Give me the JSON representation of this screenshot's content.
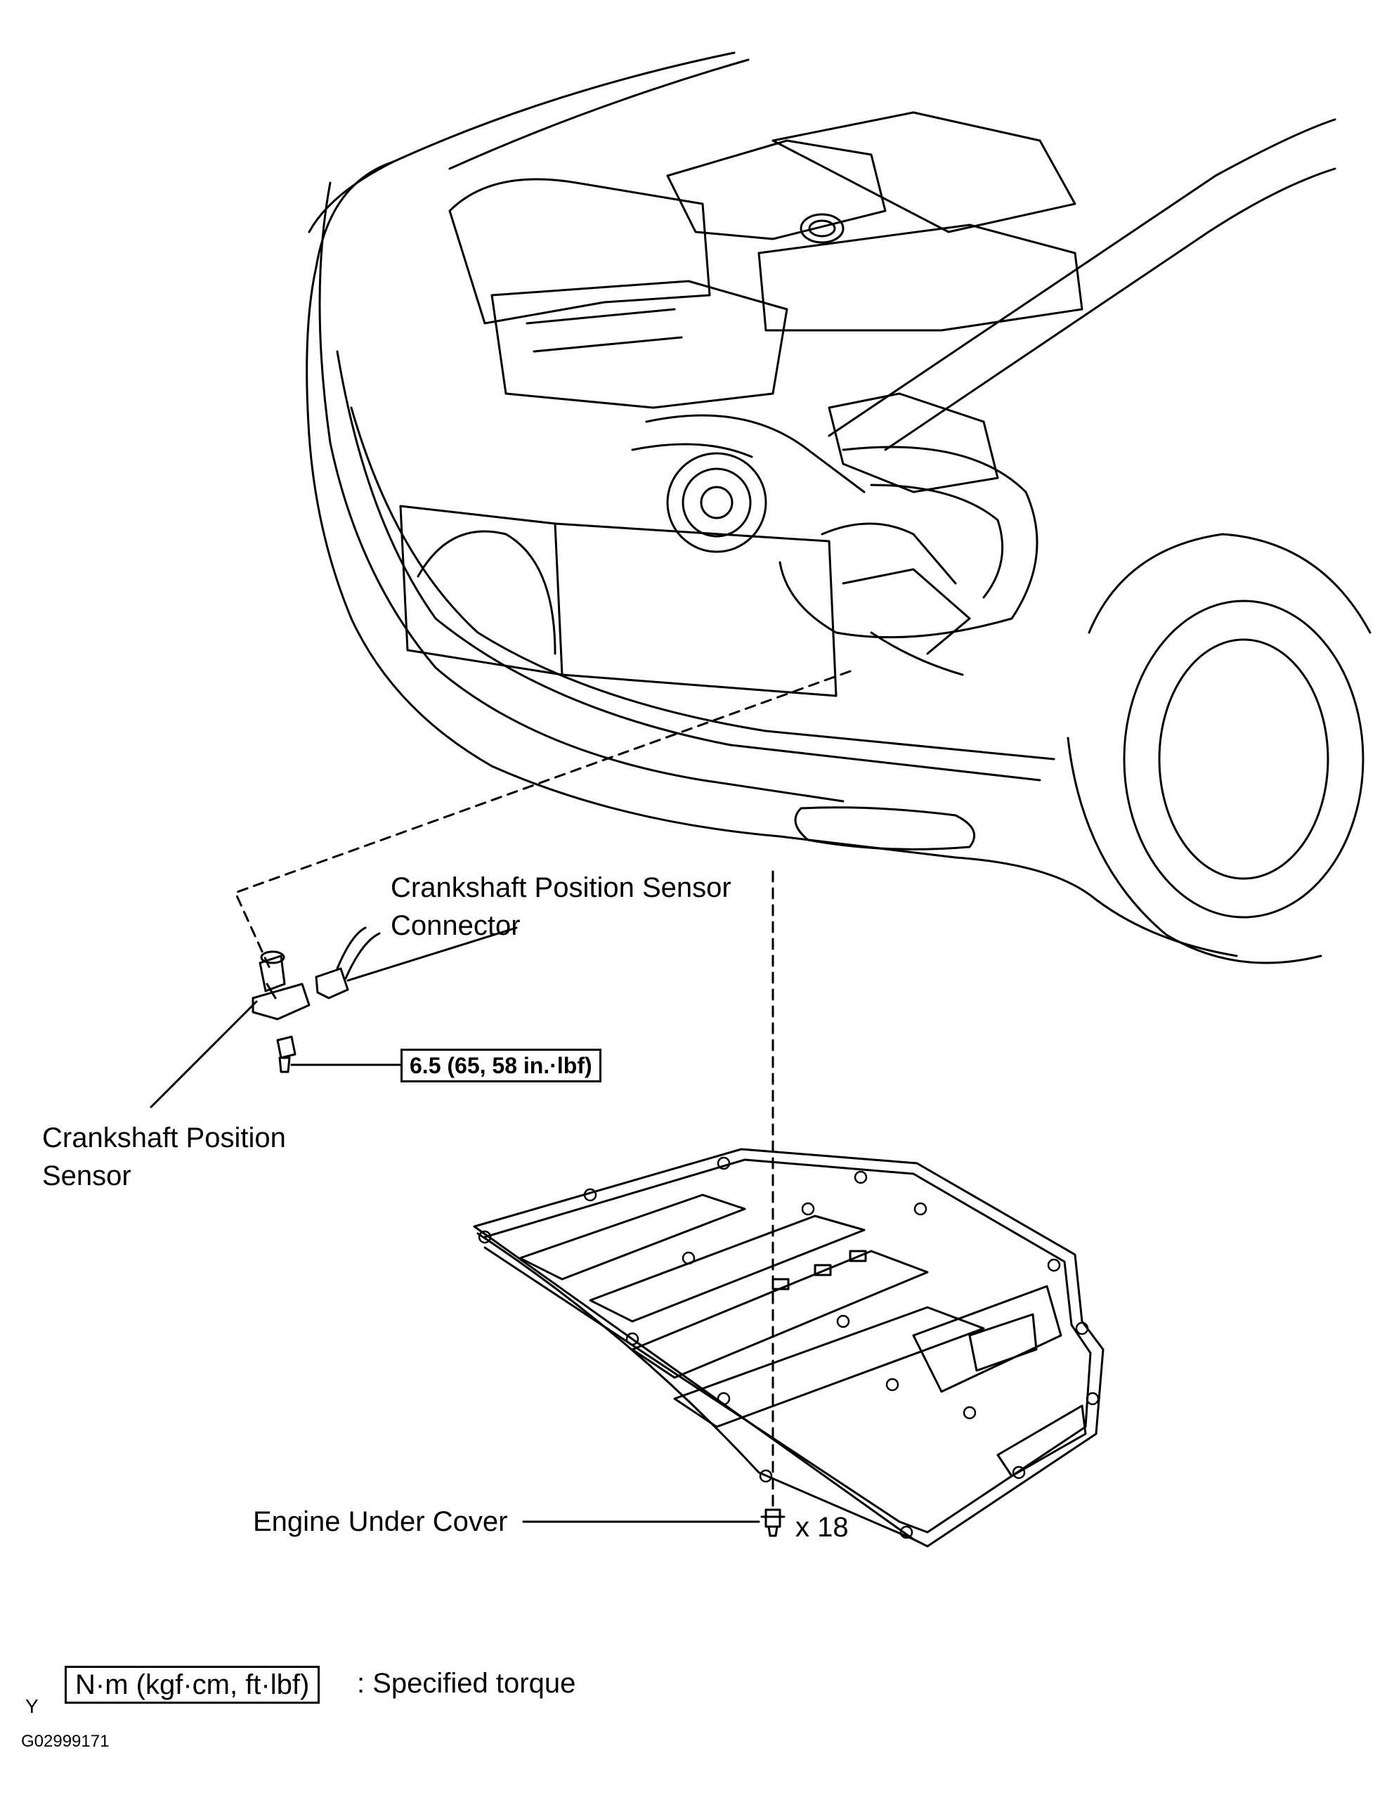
{
  "labels": {
    "sensor_connector_line1": "Crankshaft Position Sensor",
    "sensor_connector_line2": "Connector",
    "sensor_line1": "Crankshaft Position",
    "sensor_line2": "Sensor",
    "under_cover": "Engine Under Cover",
    "bolt_count": "x 18"
  },
  "torque": {
    "value": "6.5 (65, 58 in.·lbf)"
  },
  "legend": {
    "box_text": "N·m (kgf·cm, ft·lbf)",
    "description": ": Specified torque"
  },
  "footer": {
    "letter": "Y",
    "code": "G02999171"
  }
}
